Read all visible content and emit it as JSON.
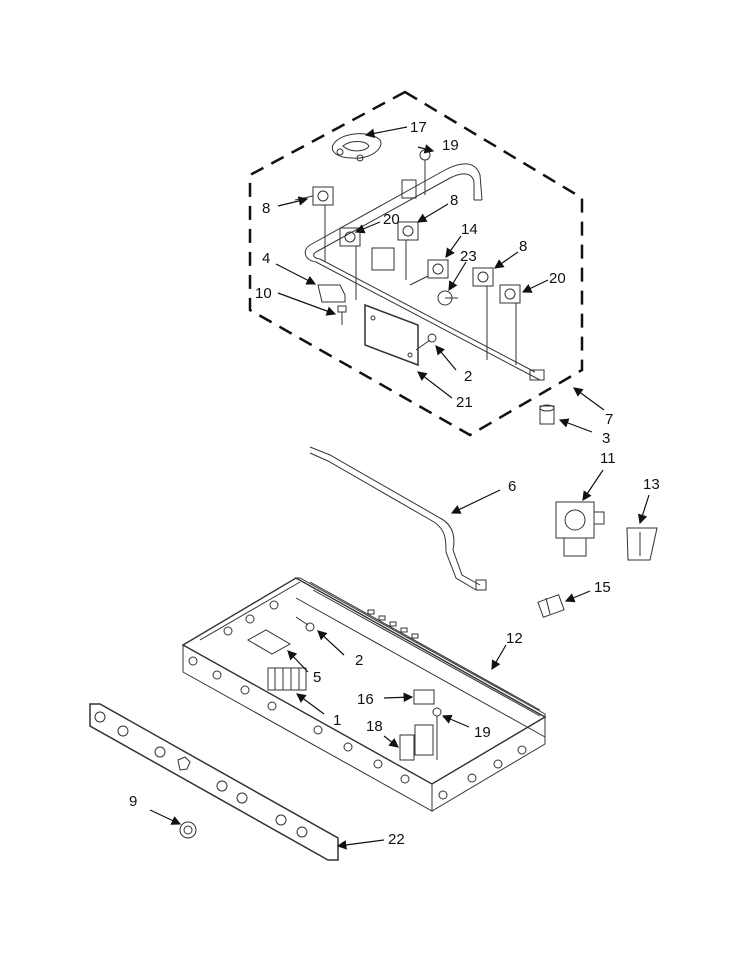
{
  "callouts": [
    {
      "id": "c17",
      "label": "17"
    },
    {
      "id": "c19a",
      "label": "19"
    },
    {
      "id": "c8a",
      "label": "8"
    },
    {
      "id": "c20a",
      "label": "20"
    },
    {
      "id": "c8b",
      "label": "8"
    },
    {
      "id": "c14",
      "label": "14"
    },
    {
      "id": "c23",
      "label": "23"
    },
    {
      "id": "c8c",
      "label": "8"
    },
    {
      "id": "c20b",
      "label": "20"
    },
    {
      "id": "c4",
      "label": "4"
    },
    {
      "id": "c10",
      "label": "10"
    },
    {
      "id": "c2a",
      "label": "2"
    },
    {
      "id": "c21",
      "label": "21"
    },
    {
      "id": "c7",
      "label": "7"
    },
    {
      "id": "c3",
      "label": "3"
    },
    {
      "id": "c11",
      "label": "11"
    },
    {
      "id": "c13",
      "label": "13"
    },
    {
      "id": "c6",
      "label": "6"
    },
    {
      "id": "c15",
      "label": "15"
    },
    {
      "id": "c12",
      "label": "12"
    },
    {
      "id": "c2b",
      "label": "2"
    },
    {
      "id": "c5",
      "label": "5"
    },
    {
      "id": "c16",
      "label": "16"
    },
    {
      "id": "c1",
      "label": "1"
    },
    {
      "id": "c18",
      "label": "18"
    },
    {
      "id": "c19b",
      "label": "19"
    },
    {
      "id": "c9",
      "label": "9"
    },
    {
      "id": "c22",
      "label": "22"
    }
  ]
}
